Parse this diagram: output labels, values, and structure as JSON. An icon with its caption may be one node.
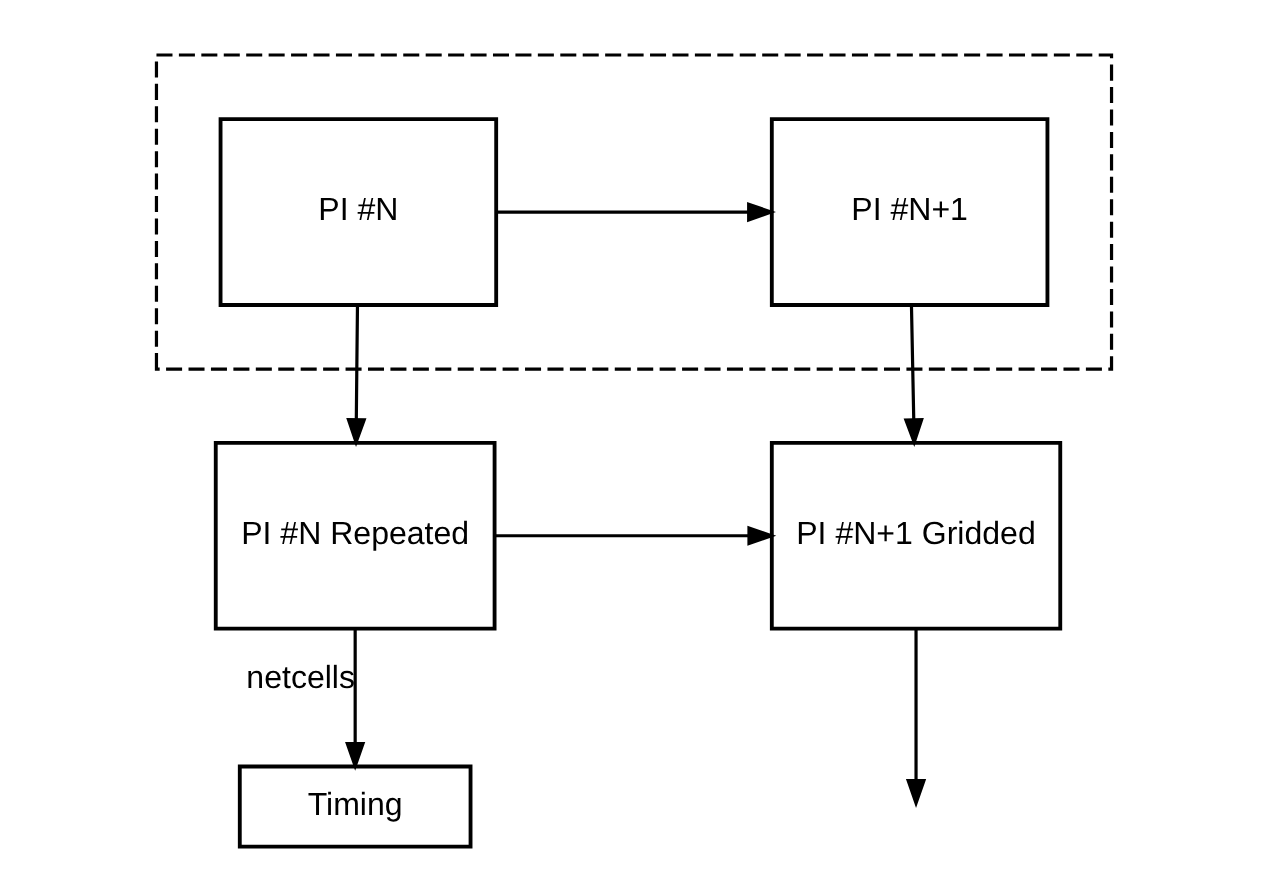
{
  "diagram": {
    "nodes": [
      {
        "text": [],
        "shape": "box"
      },
      {
        "text": [
          "PI #N"
        ],
        "in": 0
      },
      {
        "text": [
          "PI #N+1"
        ],
        "in": 0
      },
      {
        "text": [
          "PI #N Repeated"
        ]
      },
      {
        "text": [
          "PI #N+1 Gridded"
        ]
      },
      {
        "text": [
          "Timing"
        ]
      }
    ],
    "edges": [
      {
        "from": 1,
        "to": 2,
        "arrow": "to"
      },
      {
        "from": 1,
        "to": 3,
        "arrow": "to"
      },
      {
        "from": 2,
        "to": 4,
        "arrow": "to"
      },
      {
        "from": 3,
        "to": 4,
        "arrow": "to"
      },
      {
        "from": 3,
        "to": 5,
        "label": "netcells",
        "arrow": "to"
      },
      {
        "from": 4,
        "to": null,
        "arrow": "to"
      }
    ]
  }
}
